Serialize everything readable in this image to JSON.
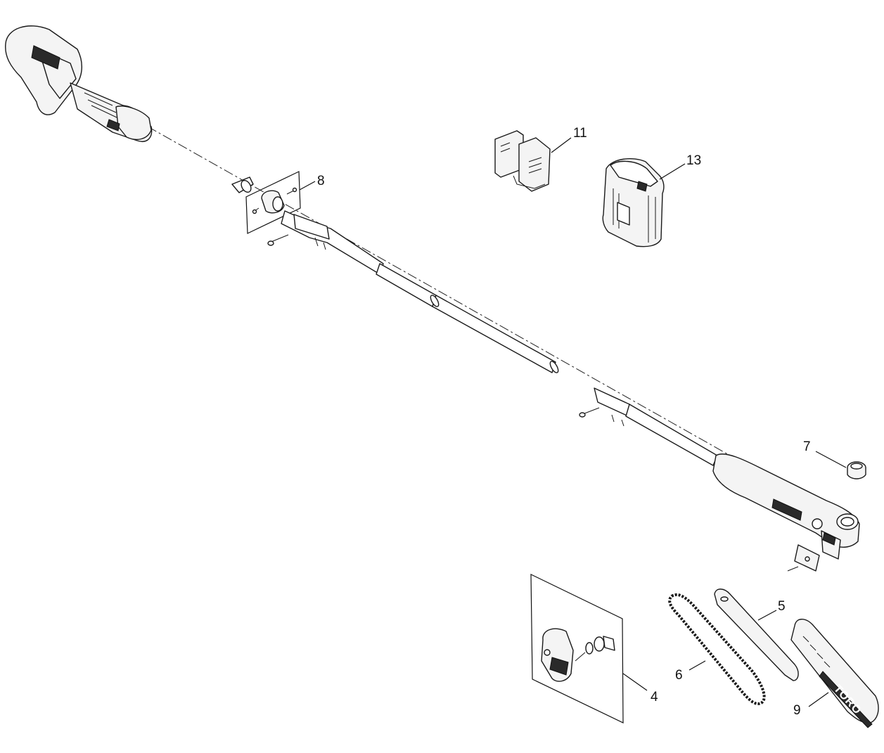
{
  "diagram": {
    "callouts": [
      "11",
      "13",
      "8",
      "7",
      "5",
      "6",
      "4",
      "9"
    ],
    "brand_text": "TORO"
  }
}
